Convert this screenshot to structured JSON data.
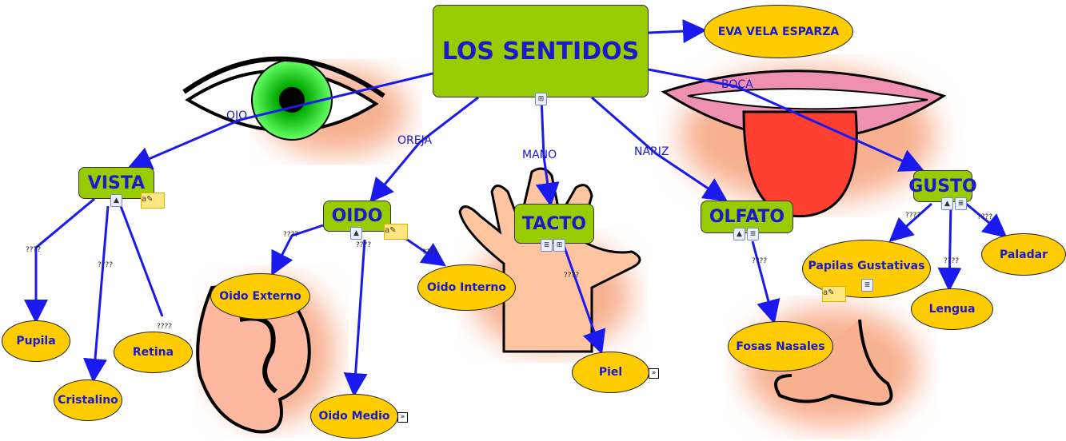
{
  "colors": {
    "concept_box": "#99cc00",
    "leaf": "#ffcc00",
    "text": "#1a1acc",
    "link": "#1a1aee"
  },
  "main": {
    "title": "LOS SENTIDOS",
    "author": "EVA VELA ESPARZA"
  },
  "links": {
    "ojo": "OJO",
    "oreja": "OREJA",
    "mano": "MANO",
    "nariz": "NARIZ",
    "boca": "BOCA",
    "unknown": "????"
  },
  "senses": {
    "vista": "VISTA",
    "oido": "OIDO",
    "tacto": "TACTO",
    "olfato": "OLFATO",
    "gusto": "GUSTO"
  },
  "leaves": {
    "pupila": "Pupila",
    "cristalino": "Cristalino",
    "retina": "Retina",
    "oido_externo": "Oido Externo",
    "oido_medio": "Oido Medio",
    "oido_interno": "Oido Interno",
    "piel": "Piel",
    "fosas_nasales": "Fosas Nasales",
    "papilas": "Papilas Gustativas",
    "lengua": "Lengua",
    "paladar": "Paladar"
  }
}
